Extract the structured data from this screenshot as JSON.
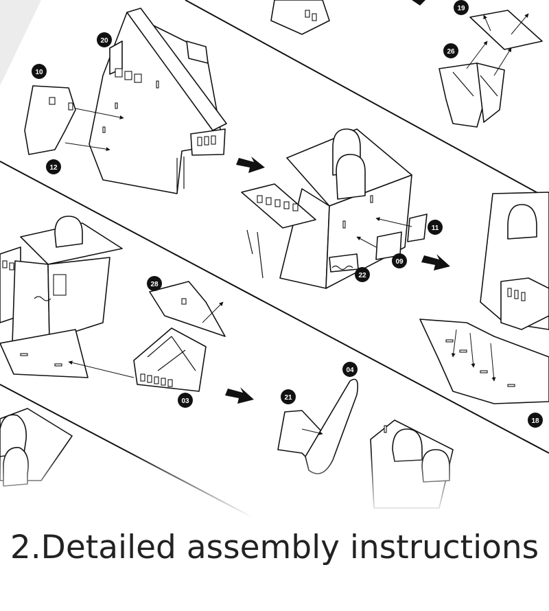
{
  "caption": "2.Detailed assembly instructions",
  "part_labels": {
    "p20": "20",
    "p10": "10",
    "p12": "12",
    "p19": "19",
    "p26": "26",
    "p11": "11",
    "p09": "09",
    "p22": "22",
    "p28": "28",
    "p03": "03",
    "p21": "21",
    "p04": "04",
    "p18": "18"
  }
}
